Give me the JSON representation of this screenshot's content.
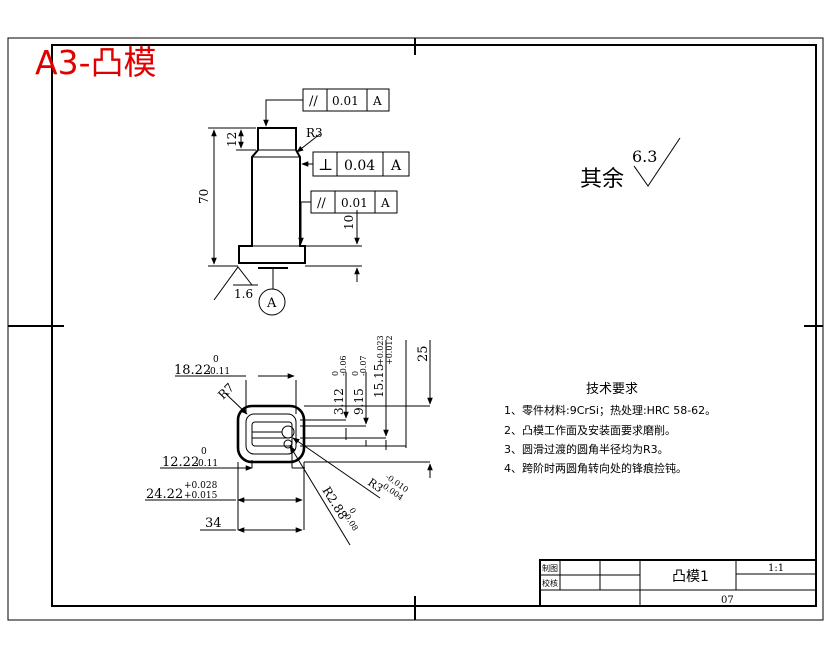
{
  "sheet": {
    "title": "A3-凸模",
    "accent_color": "#e00000"
  },
  "front_view": {
    "tolerance_frames": [
      {
        "symbol": "//",
        "value": "0.01",
        "datum": "A"
      },
      {
        "symbol": "⊥",
        "value": "0.04",
        "datum": "A"
      },
      {
        "symbol": "//",
        "value": "0.01",
        "datum": "A"
      }
    ],
    "dimensions": {
      "top_height": "12",
      "overall_height": "70",
      "base_height": "10",
      "fillet_radius": "R3"
    },
    "roughness_bottom": "1.6",
    "datum_label": "A"
  },
  "surface_note": {
    "text": "其余",
    "roughness": "6.3"
  },
  "top_view": {
    "dimensions": {
      "d1": {
        "base": "18.22",
        "upper": "0",
        "lower": "-0.11"
      },
      "d2": {
        "base": "12.22",
        "upper": "0",
        "lower": "-0.11"
      },
      "d3": {
        "base": "24.22",
        "upper": "+0.028",
        "lower": "+0.015"
      },
      "d4": "34",
      "d5": {
        "base": "3.12",
        "upper": "0",
        "lower": "-0.06"
      },
      "d6": {
        "base": "9.15",
        "upper": "0",
        "lower": "-0.07"
      },
      "d7": {
        "base": "15.15",
        "upper": "+0.023",
        "lower": "+0.012"
      },
      "d8": "25",
      "r7": "R7",
      "r3": "R3",
      "r3_tol": {
        "upper": "-0.010",
        "lower": "-0.004"
      },
      "r288": "R2.88",
      "r288_tol": {
        "upper": "0",
        "lower": "-0.08"
      }
    }
  },
  "requirements": {
    "heading": "技术要求",
    "items": [
      "1、零件材料:9CrSi；热处理:HRC 58-62。",
      "2、凸模工作面及安装面要求磨削。",
      "3、圆滑过渡的圆角半径均为R3。",
      "4、跨阶时两圆角转向处的锋痕捡钝。"
    ]
  },
  "title_block": {
    "label_1": "制图",
    "label_2": "校核",
    "part_name": "凸模1",
    "scale": "1:1",
    "number": "07"
  }
}
